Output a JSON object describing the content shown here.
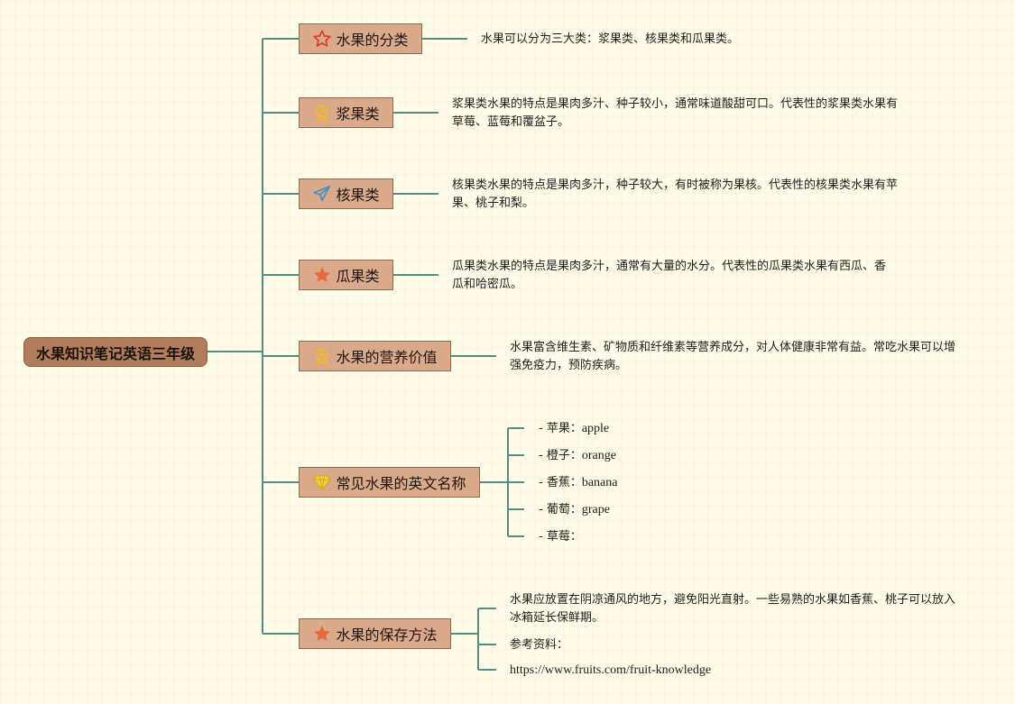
{
  "root": {
    "label": "水果知识笔记英语三年级"
  },
  "topics": [
    {
      "label": "水果的分类",
      "icon": "star-outline-icon",
      "notes": [
        "水果可以分为三大类：浆果类、核果类和瓜果类。"
      ]
    },
    {
      "label": "浆果类",
      "icon": "medal-icon",
      "notes": [
        "浆果类水果的特点是果肉多汁、种子较小，通常味道酸甜可口。代表性的浆果类水果有草莓、蓝莓和覆盆子。"
      ]
    },
    {
      "label": "核果类",
      "icon": "paper-plane-icon",
      "notes": [
        "核果类水果的特点是果肉多汁，种子较大，有时被称为果核。代表性的核果类水果有苹果、桃子和梨。"
      ]
    },
    {
      "label": "瓜果类",
      "icon": "star-filled-icon",
      "notes": [
        "瓜果类水果的特点是果肉多汁，通常有大量的水分。代表性的瓜果类水果有西瓜、香瓜和哈密瓜。"
      ]
    },
    {
      "label": "水果的营养价值",
      "icon": "medal-icon",
      "notes": [
        "水果富含维生素、矿物质和纤维素等营养成分，对人体健康非常有益。常吃水果可以增强免疫力，预防疾病。"
      ]
    },
    {
      "label": "常见水果的英文名称",
      "icon": "diamond-icon",
      "notes": []
    },
    {
      "label": "水果的保存方法",
      "icon": "star-filled-icon",
      "notes": []
    }
  ],
  "fruit_names": [
    {
      "zh": "- 苹果：",
      "en": "apple"
    },
    {
      "zh": "- 橙子：",
      "en": "orange"
    },
    {
      "zh": "- 香蕉：",
      "en": "banana"
    },
    {
      "zh": "- 葡萄：",
      "en": "grape"
    },
    {
      "zh": "- 草莓：",
      "en": ""
    }
  ],
  "storage": {
    "note": "水果应放置在阴凉通风的地方，避免阳光直射。一些易熟的水果如香蕉、桃子可以放入冰箱延长保鲜期。",
    "ref_label": "参考资料：",
    "ref_url": "https://www.fruits.com/fruit-knowledge"
  },
  "colors": {
    "line": "#4f8f86",
    "topic_fill": "#d9a98a",
    "root_fill": "#b07c5c",
    "star_outline": "#e0372a",
    "star_filled": "#e8683a",
    "medal": "#f2b830",
    "plane": "#4a90c8",
    "diamond": "#f2cf3a"
  }
}
